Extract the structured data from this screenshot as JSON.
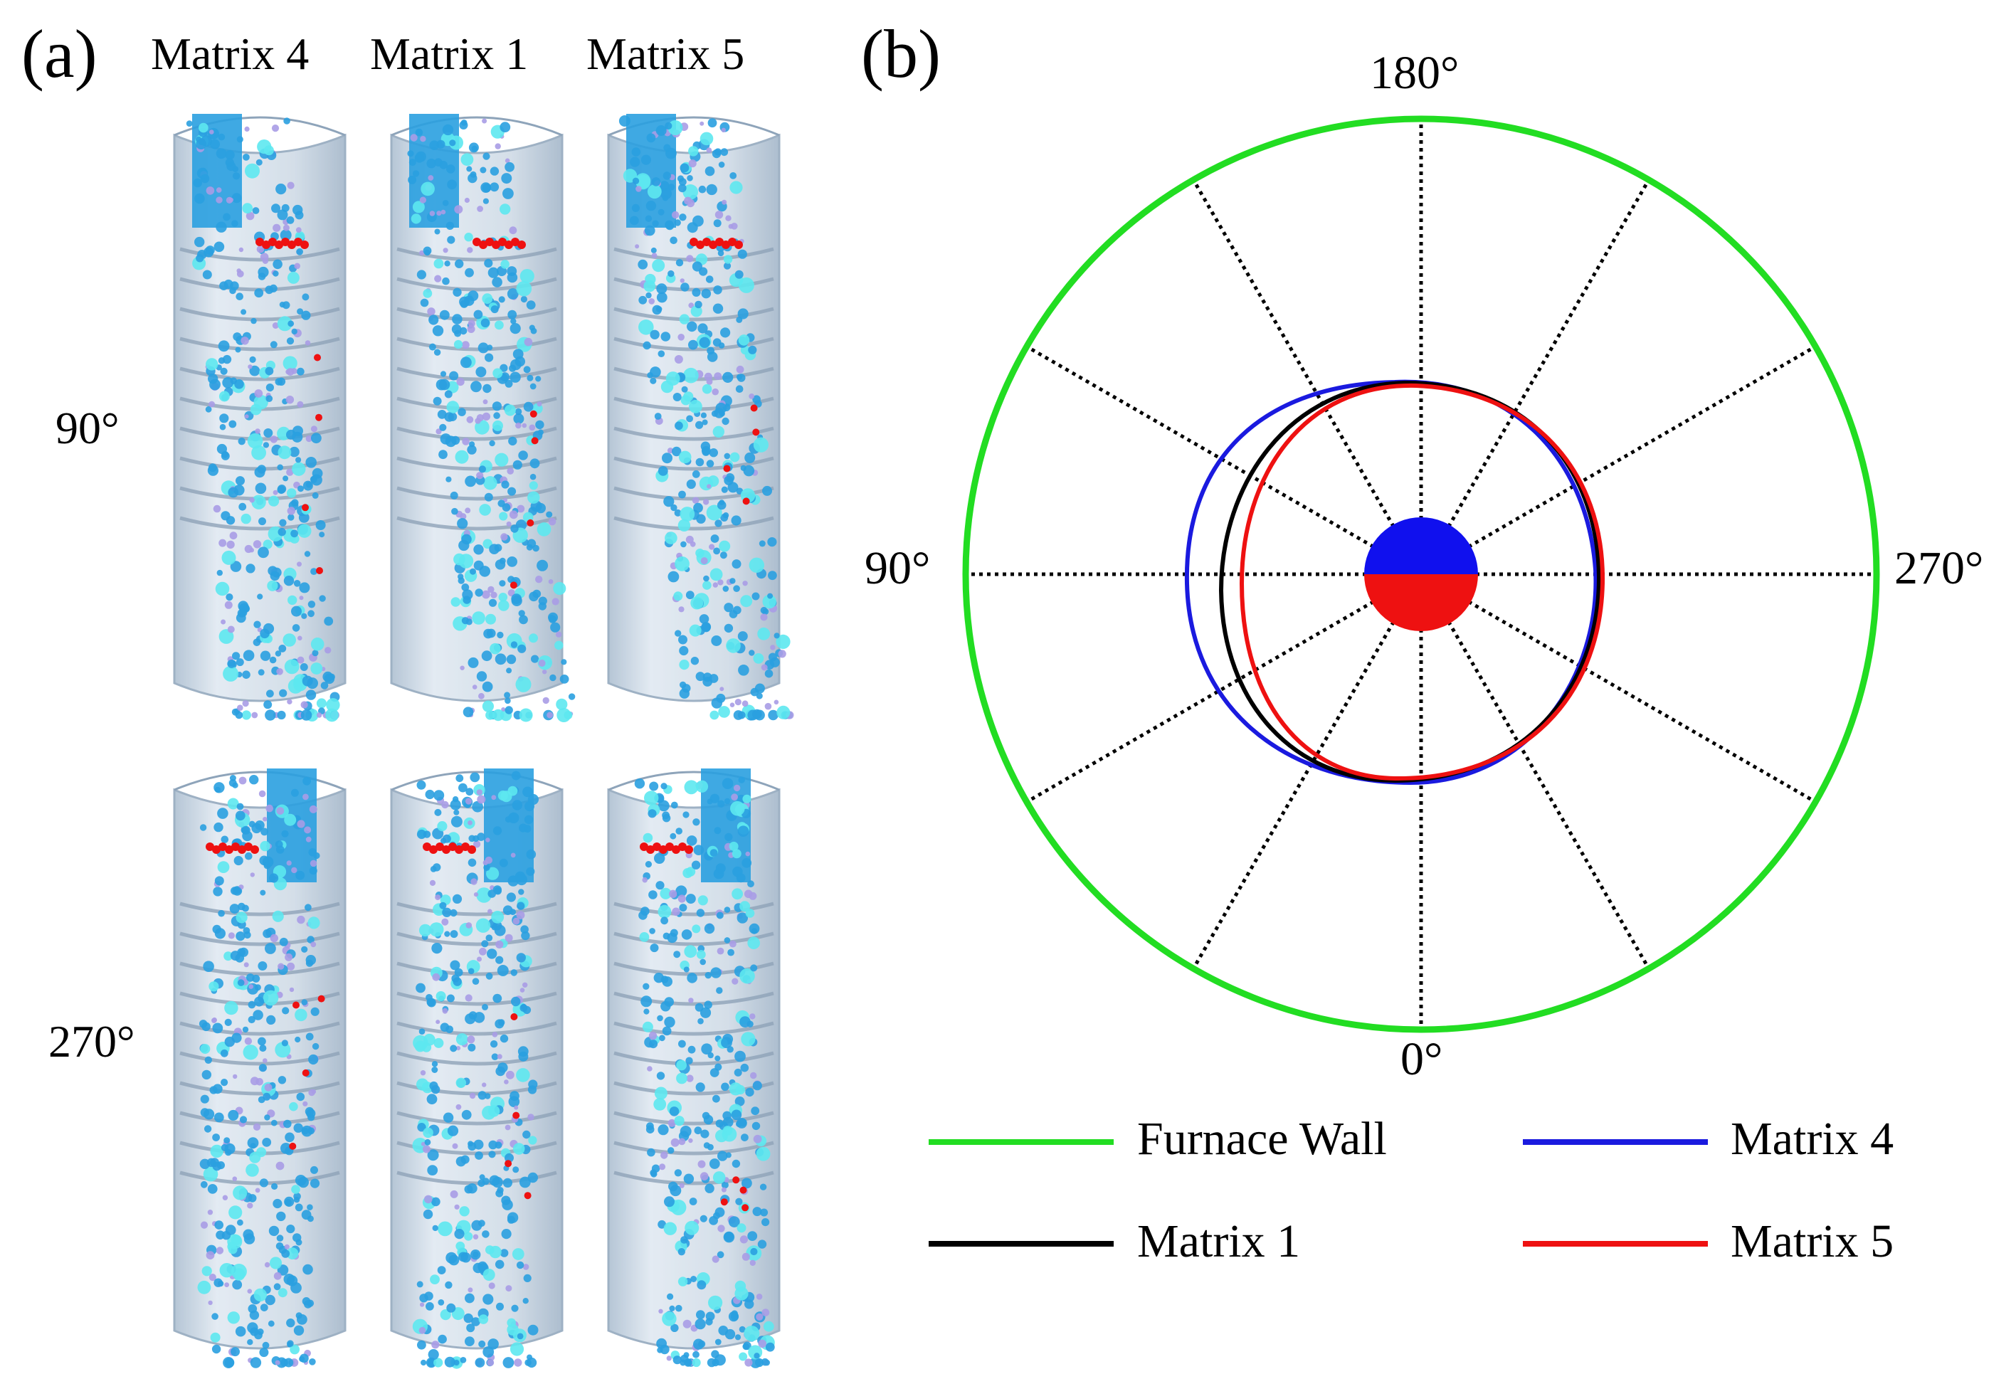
{
  "panel_a": {
    "letter": "(a)",
    "columns": [
      "Matrix 4",
      "Matrix 1",
      "Matrix 5"
    ],
    "rows": [
      "90°",
      "270°"
    ]
  },
  "panel_b": {
    "letter": "(b)",
    "angles": {
      "top": "180°",
      "left": "90°",
      "right": "270°",
      "bottom": "0°"
    },
    "legend": [
      {
        "label": "Furnace Wall",
        "color": "#22dd22"
      },
      {
        "label": "Matrix 4",
        "color": "#1a1adf"
      },
      {
        "label": "Matrix 1",
        "color": "#000000"
      },
      {
        "label": "Matrix 5",
        "color": "#ee1111"
      }
    ],
    "center_marker": {
      "top_color": "#1010ee",
      "bottom_color": "#ee1111"
    }
  },
  "colors": {
    "wall": "#22dd22",
    "matrix4": "#1a1adf",
    "matrix1": "#000000",
    "matrix5": "#ee1111",
    "particle_main": "#2aa0e0",
    "particle_light": "#5de8f0",
    "particle_lilac": "#a89ce6",
    "particle_red": "#ee1111",
    "cylinder": "#c4d2e0"
  }
}
